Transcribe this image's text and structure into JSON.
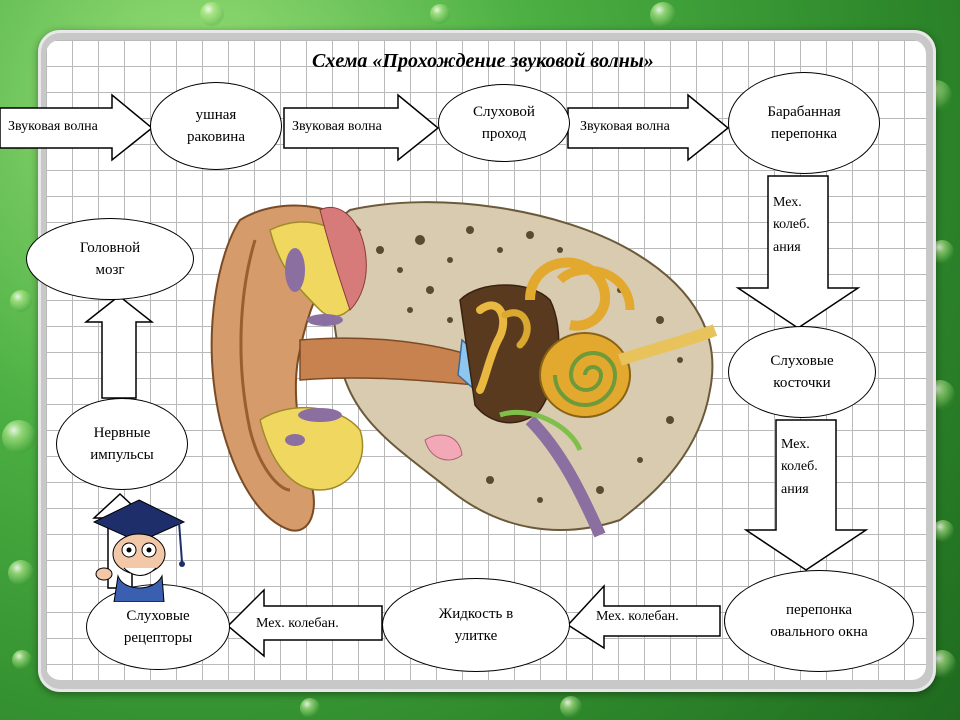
{
  "title": "Схема «Прохождение звуковой волны»",
  "nodes": {
    "auricle": "ушная\nраковина",
    "ear_canal": "Слуховой\nпроход",
    "eardrum": "Барабанная\nперепонка",
    "ossicles": "Слуховые\nкосточки",
    "oval_window": "перепонка\nовального окна",
    "cochlea_fluid": "Жидкость в\nулитке",
    "receptors": "Слуховые\nрецепторы",
    "impulses": "Нервные\nимпульсы",
    "brain": "Головной\nмозг"
  },
  "arrows": {
    "sound_wave_1": "Звуковая волна",
    "sound_wave_2": "Звуковая волна",
    "sound_wave_3": "Звуковая волна",
    "mech_vert_1": "Мех.\nколеб.\nания",
    "mech_vert_2": "Мех.\nколеб.\nания",
    "mech_horiz_1": "Мех. колебан.",
    "mech_horiz_2": "Мех. колебан."
  }
}
